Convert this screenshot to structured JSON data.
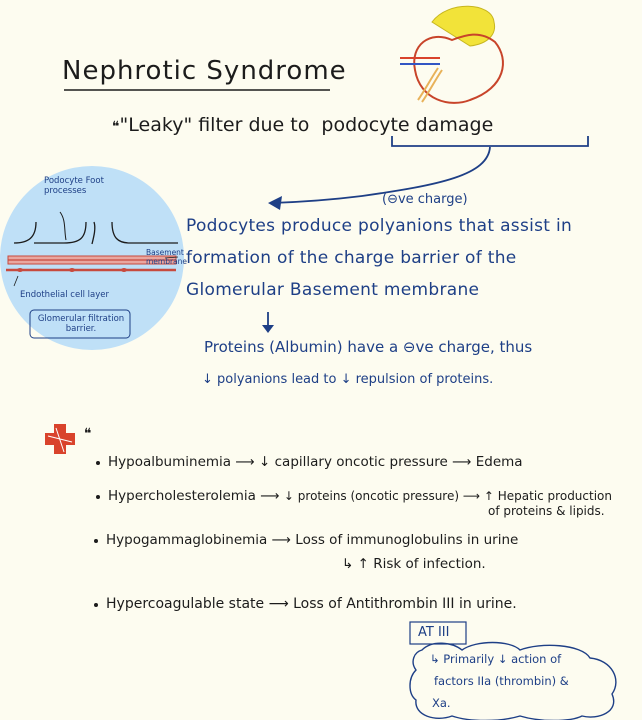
{
  "title": "Nephrotic Syndrome",
  "subtitle": {
    "prefix": "\"Leaky\" filter due to",
    "highlight": "podocyte damage"
  },
  "diagram": {
    "label_foot_processes": "Podocyte Foot processes",
    "label_basement": "Basement membrane",
    "label_endothelial": "Endothelial cell layer",
    "box_label": "Glomerular filtration barrier."
  },
  "charge_note": "(⊖ve charge)",
  "explanation": {
    "line1": "Podocytes produce polyanions that assist in",
    "line2": "formation of the charge barrier of the",
    "line3": "Glomerular Basement membrane"
  },
  "consequence": {
    "line1": "Proteins (Albumin) have a ⊖ve charge, thus",
    "line2": "↓ polyanions lead to ↓ repulsion of proteins."
  },
  "features": [
    {
      "term": "Hypoalbuminemia",
      "result": "↓ capillary oncotic pressure ⟶ Edema"
    },
    {
      "term": "Hypercholesterolemia",
      "result": "↓ proteins (oncotic pressure) ⟶ ↑ Hepatic production",
      "result2": "of proteins & lipids."
    },
    {
      "term": "Hypogammaglobinemia",
      "result": "Loss of immunoglobulins in urine",
      "result2": "↳ ↑ Risk of infection."
    },
    {
      "term": "Hypercoagulable state",
      "result": "Loss of Antithrombin III in urine."
    }
  ],
  "at3": {
    "box": "AT III",
    "cloud_line1": "↳ Primarily ↓ action of",
    "cloud_line2": "factors IIa (thrombin) &",
    "cloud_line3": "Xa."
  },
  "colors": {
    "ink": "#1c1c1c",
    "blue": "#1e3f86",
    "circle": "#bfe0f7",
    "red": "#d9432c",
    "kidney": "#c8442a"
  }
}
